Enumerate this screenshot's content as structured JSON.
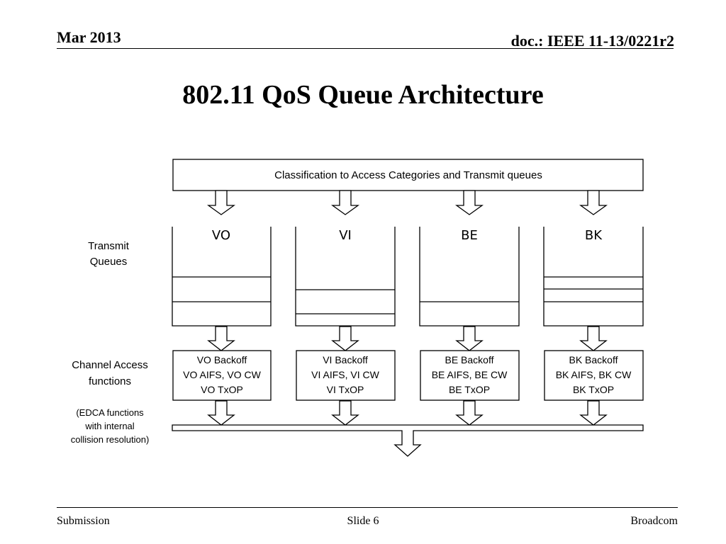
{
  "header": {
    "date": "Mar 2013",
    "doc": "doc.: IEEE 11-13/0221r2"
  },
  "title": "802.11 QoS Queue Architecture",
  "diagram": {
    "classification": "Classification to Access Categories and Transmit queues",
    "labels": {
      "transmit_queues": [
        "Transmit",
        "Queues"
      ],
      "channel_access": [
        "Channel Access",
        "functions"
      ],
      "edca_note": [
        "(EDCA functions",
        "with internal",
        "collision resolution)"
      ]
    },
    "categories": [
      {
        "name": "VO",
        "backoff": [
          "VO Backoff",
          "VO AIFS, VO CW",
          "VO TxOP"
        ]
      },
      {
        "name": "VI",
        "backoff": [
          "VI Backoff",
          "VI AIFS, VI CW",
          "VI TxOP"
        ]
      },
      {
        "name": "BE",
        "backoff": [
          "BE Backoff",
          "BE AIFS, BE CW",
          "BE TxOP"
        ]
      },
      {
        "name": "BK",
        "backoff": [
          "BK Backoff",
          "BK AIFS, BK CW",
          "BK TxOP"
        ]
      }
    ]
  },
  "footer": {
    "left": "Submission",
    "center": "Slide 6",
    "right": "Broadcom"
  }
}
